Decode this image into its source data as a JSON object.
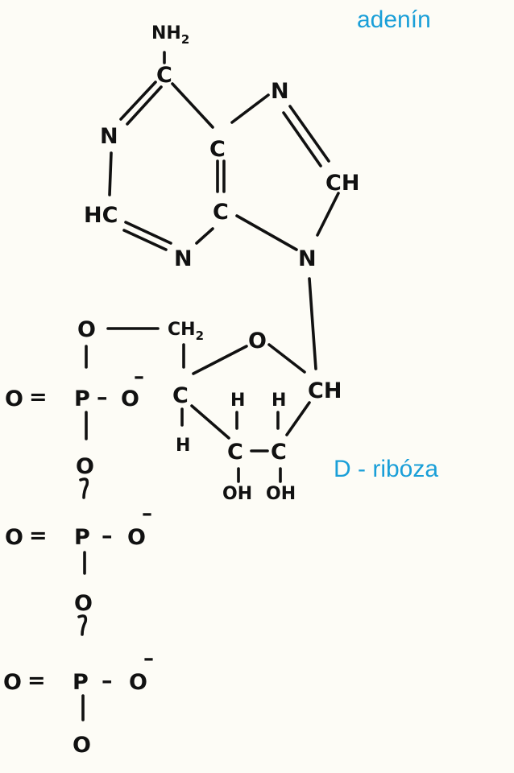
{
  "labels": {
    "base": "adenín",
    "sugar": "D - ribóza"
  },
  "atoms": {
    "nh2": "NH",
    "nh2_sub": "2",
    "c6": "C",
    "n1": "N",
    "c5": "C",
    "n7": "N",
    "c8": "CH",
    "c2": "HC",
    "c4": "C",
    "n3": "N",
    "n9": "N",
    "o5": "O",
    "ch2": "CH",
    "ch2_sub": "2",
    "o_ring": "O",
    "c1": "CH",
    "c4r": "C",
    "h4": "H",
    "h3": "H",
    "h2": "H",
    "c3": "C",
    "c2r": "C",
    "oh3": "OH",
    "oh2": "OH",
    "p1_o": "O",
    "p1_eq": "=",
    "p1": "P",
    "p1_dash": "–",
    "p1_om": "O",
    "p1_neg": "–",
    "p1_bridge": "O",
    "p2_o": "O",
    "p2_eq": "=",
    "p2": "P",
    "p2_dash": "–",
    "p2_om": "O",
    "p2_neg": "–",
    "p2_bridge": "O",
    "p3_o": "O",
    "p3_eq": "=",
    "p3": "P",
    "p3_dash": "–",
    "p3_om": "O",
    "p3_neg": "–",
    "p3_bottom": "O"
  }
}
